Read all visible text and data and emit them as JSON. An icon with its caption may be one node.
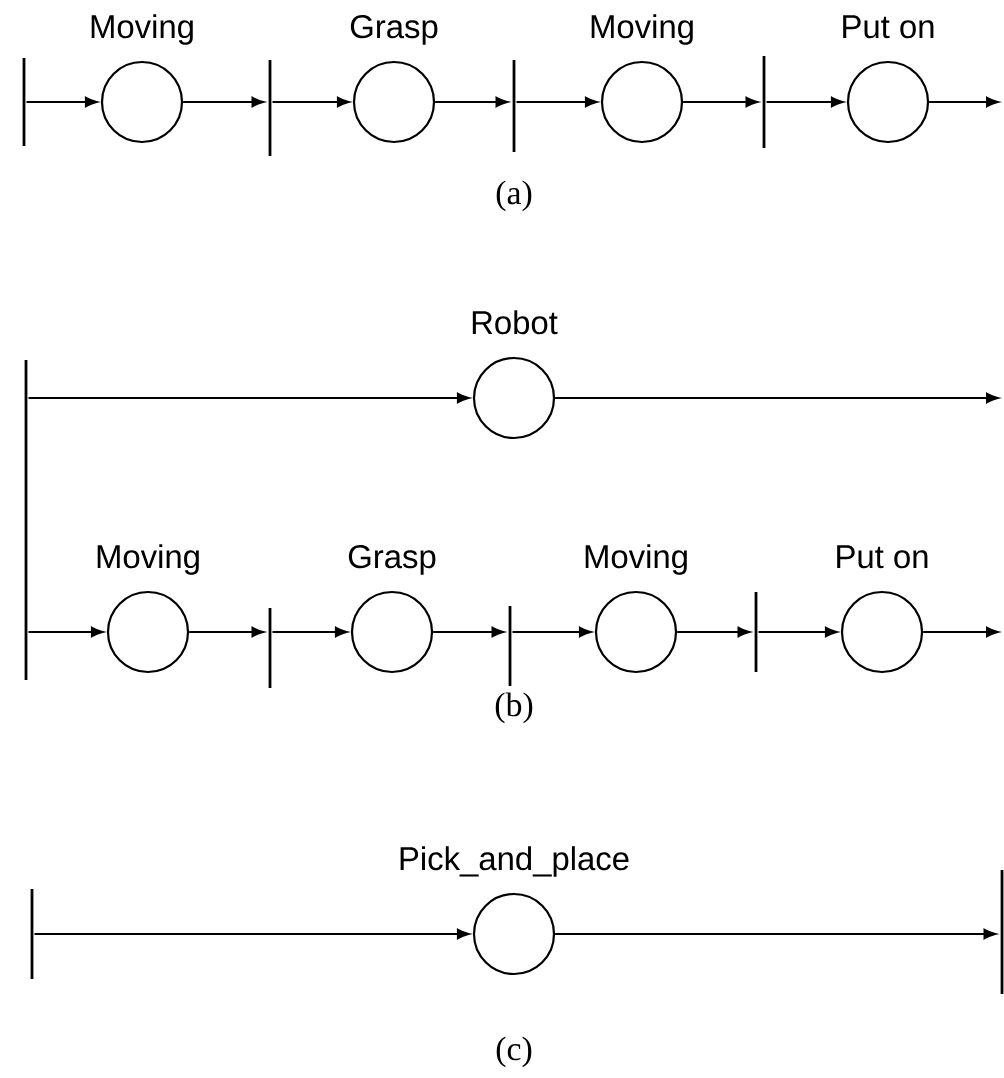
{
  "diagram": {
    "nodes": [
      {
        "text": [],
        "shape": "bar"
      },
      {
        "text": [
          "Moving"
        ]
      },
      {
        "text": [],
        "shape": "bar"
      },
      {
        "text": [
          "Grasp"
        ]
      },
      {
        "text": [],
        "shape": "bar"
      },
      {
        "text": [
          "Moving"
        ]
      },
      {
        "text": [],
        "shape": "bar"
      },
      {
        "text": [
          "Put on"
        ]
      },
      {
        "text": [],
        "shape": "bar"
      },
      {
        "text": [
          "Robot"
        ]
      },
      {
        "text": [
          "Moving"
        ]
      },
      {
        "text": [],
        "shape": "bar"
      },
      {
        "text": [
          "Grasp"
        ]
      },
      {
        "text": [],
        "shape": "bar"
      },
      {
        "text": [
          "Moving"
        ]
      },
      {
        "text": [],
        "shape": "bar"
      },
      {
        "text": [
          "Put on"
        ]
      },
      {
        "text": [],
        "shape": "bar"
      },
      {
        "text": [
          "Pick_and_place"
        ]
      },
      {
        "text": [],
        "shape": "bar"
      }
    ],
    "edges": [
      {
        "from": 0,
        "to": 1,
        "arrow": "to"
      },
      {
        "from": 1,
        "to": 2,
        "arrow": "to"
      },
      {
        "from": 2,
        "to": 3,
        "arrow": "to"
      },
      {
        "from": 3,
        "to": 4,
        "arrow": "to"
      },
      {
        "from": 4,
        "to": 5,
        "arrow": "to"
      },
      {
        "from": 5,
        "to": 6,
        "arrow": "to"
      },
      {
        "from": 6,
        "to": 7,
        "arrow": "to"
      },
      {
        "from": 7,
        "to": null,
        "arrow": "to"
      },
      {
        "from": 8,
        "to": 9,
        "arrow": "to"
      },
      {
        "from": 9,
        "to": null,
        "arrow": "to"
      },
      {
        "from": 8,
        "to": 10,
        "arrow": "to"
      },
      {
        "from": 10,
        "to": 11,
        "arrow": "to"
      },
      {
        "from": 11,
        "to": 12,
        "arrow": "to"
      },
      {
        "from": 12,
        "to": 13,
        "arrow": "to"
      },
      {
        "from": 13,
        "to": 14,
        "arrow": "to"
      },
      {
        "from": 14,
        "to": 15,
        "arrow": "to"
      },
      {
        "from": 15,
        "to": 16,
        "arrow": "to"
      },
      {
        "from": 16,
        "to": null,
        "arrow": "to"
      },
      {
        "from": 17,
        "to": 18,
        "arrow": "to"
      },
      {
        "from": 18,
        "to": 19,
        "arrow": "to"
      }
    ],
    "labels": [
      "(a)",
      "(b)",
      "(c)"
    ]
  }
}
